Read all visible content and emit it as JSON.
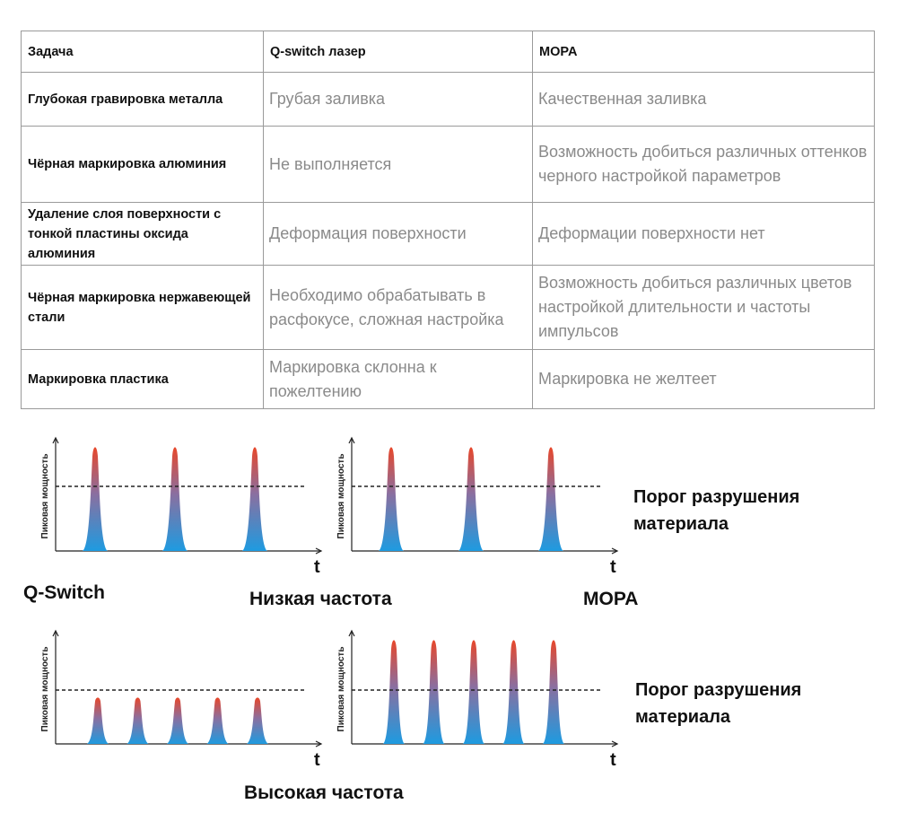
{
  "table": {
    "headers": [
      "Задача",
      "Q-switch лазер",
      "MOPA"
    ],
    "rows": [
      {
        "task": "Глубокая гравировка металла",
        "qswitch": "Грубая заливка",
        "mopa": "Качественная заливка"
      },
      {
        "task": "Чёрная маркировка алюминия",
        "qswitch": "Не выполняется",
        "mopa": "Возможность добиться различных оттенков черного настройкой параметров"
      },
      {
        "task": "Удаление слоя поверхности с тонкой пластины оксида алюминия",
        "qswitch": "Деформация поверхности",
        "mopa": "Деформации поверхности нет"
      },
      {
        "task": "Чёрная маркировка нержавеющей стали",
        "qswitch": "Необходимо обрабатывать в расфокусе, сложная настройка",
        "mopa": "Возможность добиться различных цветов настройкой длительности и частоты импульсов"
      },
      {
        "task": "Маркировка пластика",
        "qswitch": "Маркировка склонна к пожелтению",
        "mopa": "Маркировка не желтеет"
      }
    ]
  },
  "labels": {
    "qswitch": "Q-Switch",
    "mopa": "MOPA",
    "low_freq": "Низкая частота",
    "high_freq": "Высокая частота",
    "threshold_1": "Порог разрушения материала",
    "threshold_2": "Порог разрушения материала"
  },
  "colors": {
    "pulse_top": "#e8472a",
    "pulse_mid": "#8a6fa0",
    "pulse_bottom": "#1e9be0",
    "border": "#9a9a9a",
    "value_text": "#8a8a8a"
  },
  "chart_data": [
    {
      "type": "area",
      "ylabel": "Пиковая мощность",
      "xlabel": "t",
      "group": "Низкая частота",
      "laser": "Q-Switch",
      "pulses": 3,
      "peak": 1.0,
      "threshold": 0.6
    },
    {
      "type": "area",
      "ylabel": "Пиковая мощность",
      "xlabel": "t",
      "group": "Низкая частота",
      "laser": "MOPA",
      "pulses": 3,
      "peak": 1.0,
      "threshold": 0.6
    },
    {
      "type": "area",
      "ylabel": "Пиковая мощность",
      "xlabel": "t",
      "group": "Высокая частота",
      "laser": "Q-Switch",
      "pulses": 5,
      "peak": 0.45,
      "threshold": 0.5
    },
    {
      "type": "area",
      "ylabel": "Пиковая мощность",
      "xlabel": "t",
      "group": "Высокая частота",
      "laser": "MOPA",
      "pulses": 5,
      "peak": 1.0,
      "threshold": 0.5
    }
  ]
}
